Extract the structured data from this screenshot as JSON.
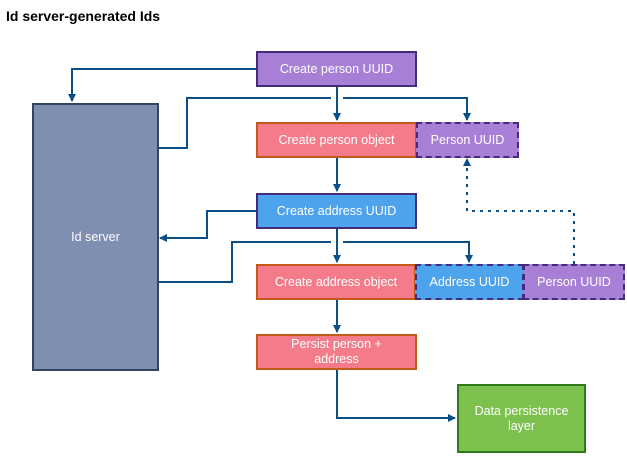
{
  "title": "Id server-generated Ids",
  "nodes": {
    "id_server": "Id server",
    "create_person_uuid": "Create person UUID",
    "create_person_object": "Create person object",
    "person_uuid_1": "Person UUID",
    "create_address_uuid": "Create address UUID",
    "create_address_object": "Create address object",
    "address_uuid": "Address UUID",
    "person_uuid_2": "Person UUID",
    "persist": "Persist person + address",
    "data_layer": "Data persistence layer"
  },
  "colors": {
    "line": "#0a4f8a",
    "purple": "#a77fd6",
    "pink": "#f47c8a",
    "blue": "#4da3ec",
    "green": "#7cc04e",
    "grey": "#7f8fb2"
  }
}
